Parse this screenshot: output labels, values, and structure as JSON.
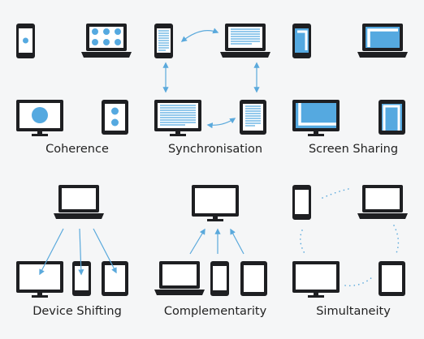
{
  "colors": {
    "device": "#1e1f22",
    "screen": "#ffffff",
    "accent": "#55a9e0",
    "arrow": "#5aa9dc",
    "background": "#f5f6f7"
  },
  "panels": [
    {
      "id": "coherence",
      "label": "Coherence"
    },
    {
      "id": "synchronisation",
      "label": "Synchronisation"
    },
    {
      "id": "screen-sharing",
      "label": "Screen Sharing"
    },
    {
      "id": "device-shifting",
      "label": "Device Shifting"
    },
    {
      "id": "complementarity",
      "label": "Complementarity"
    },
    {
      "id": "simultaneity",
      "label": "Simultaneity"
    }
  ]
}
